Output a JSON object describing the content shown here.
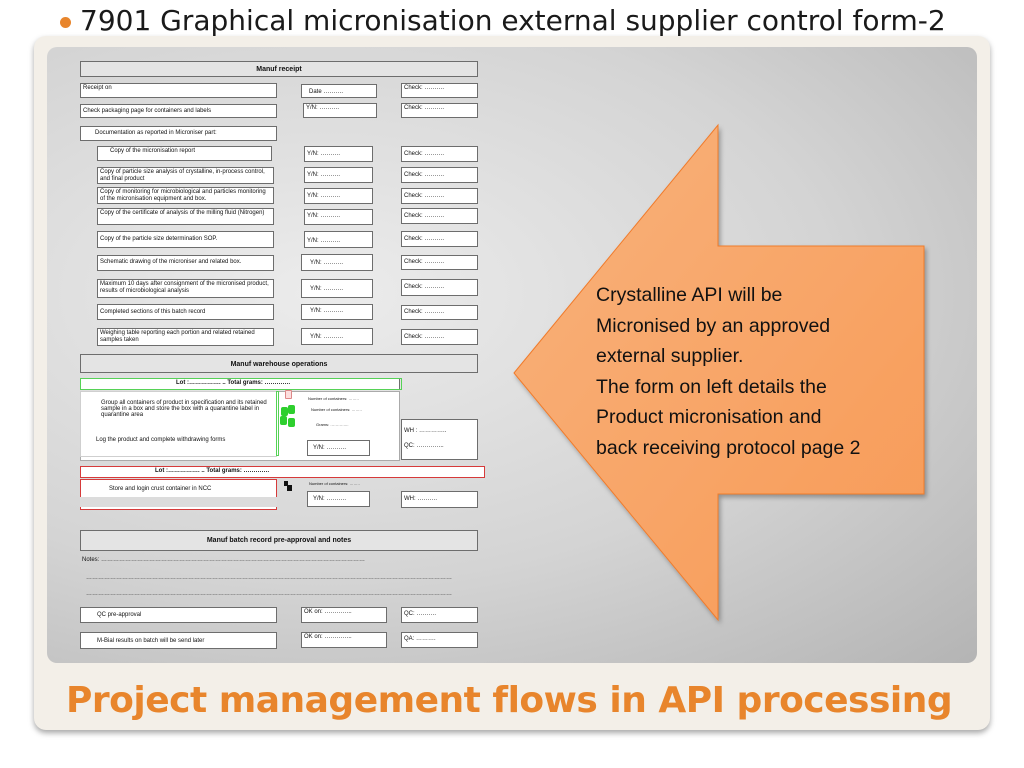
{
  "slide": {
    "bullet": "7901 Graphical micronisation external supplier control form-2",
    "title": "Project management flows in API processing",
    "accent_color": "#e8852c",
    "callout": {
      "lines": [
        "Crystalline API will be",
        "Micronised by an approved",
        "external supplier.",
        "The form on left details the",
        "Product micronisation and",
        "back receiving protocol page 2"
      ],
      "fill_color": "#f7a56b"
    }
  },
  "form": {
    "receipt_header": "Manuf receipt",
    "receipt_on": "Receipt on",
    "date": "Date ……….",
    "check": "Check: ……….",
    "check_packaging": "Check packaging page for containers and labels",
    "yn": "Y/N: ……….",
    "documentation": "Documentation  as reported in Microniser part:",
    "doc_items": [
      "Copy of the micronisation report",
      "Copy of particle size analysis of crystalline, in-process control, and final product",
      "Copy of monitoring for microbiological and particles monitoring of the micronisation equipment and box.",
      "Copy of the certificate of analysis of the milling fluid (Nitrogen)",
      "Copy of the particle size determination SOP.",
      "Schematic drawing of the microniser and related box.",
      "Maximum 10 days after consignment of the micronised product, results of microbiological analysis",
      "Completed sections of this batch record",
      "Weighing table reporting each portion and related retained samples taken"
    ],
    "warehouse_header": "Manuf warehouse operations",
    "lot_line": "Lot       :…………….          ..  Total grams: ………….",
    "group_containers": "Group all containers of product in specification and its retained sample  in a box and store the box with a quarantine label in quarantine area",
    "log_product": "Log  the product and complete withdrawing forms",
    "num_containers": "Number of containers: ……..",
    "grams": "Grams: …………..",
    "wh": "WH : …………..",
    "qc": "QC: …………..",
    "store_login": "Store and login crust container in NCC",
    "wh2": "WH: ……….",
    "batch_header": "Manuf batch record  pre-approval and notes",
    "notes": "Notes: ……………………………………………………………………………………………………………………",
    "dots_line": "…………………………………………………………………………………………………………………………………………………………………",
    "qc_preapproval": "QC  pre-approval",
    "ok_on": "OK on: …………..",
    "qc_check": "QC: ……….",
    "mbial": "M-Bial results on batch will be send later",
    "qa_check": "QA: ………."
  }
}
